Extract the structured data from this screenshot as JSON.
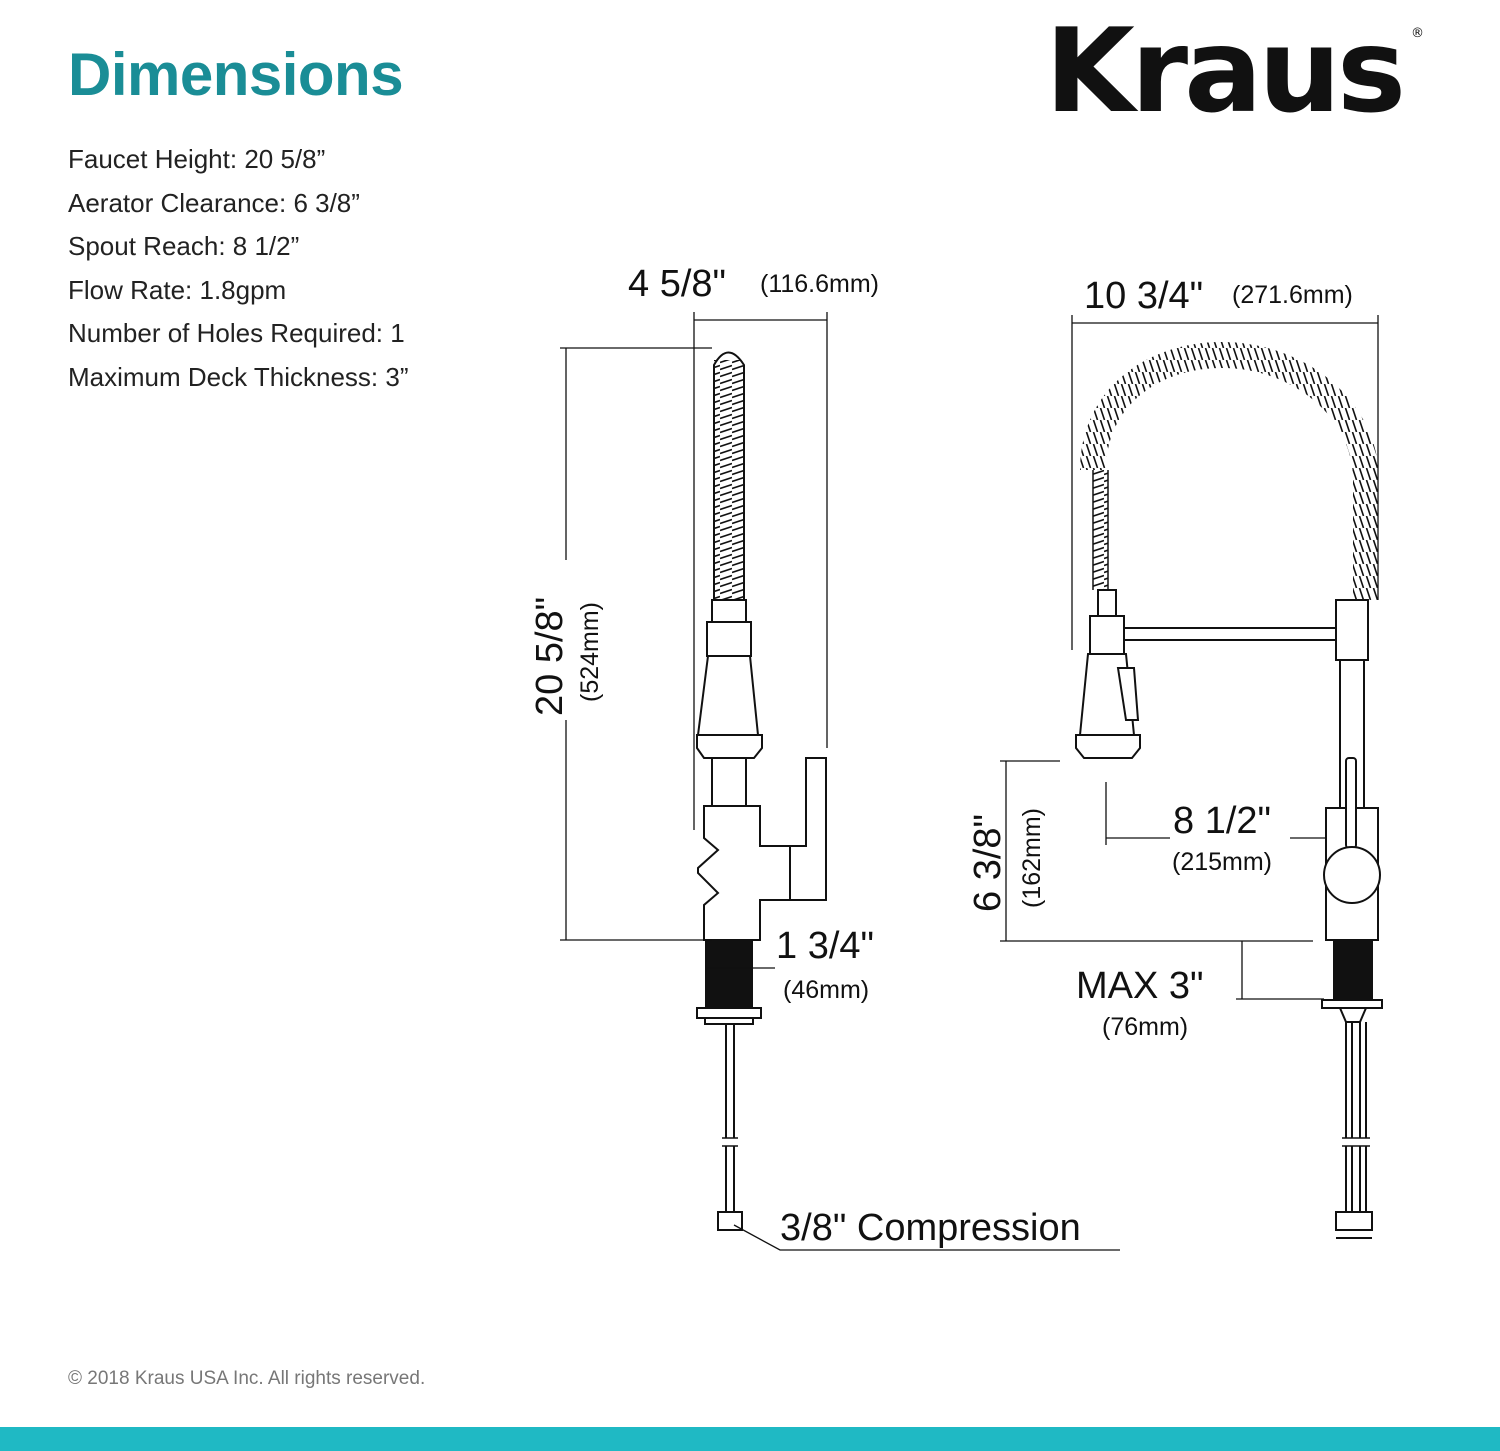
{
  "header": {
    "title": "Dimensions",
    "brand": "Kraus",
    "brand_mark": "®"
  },
  "specs": [
    "Faucet Height: 20 5/8”",
    "Aerator Clearance: 6 3/8”",
    "Spout Reach: 8 1/2”",
    "Flow Rate: 1.8gpm",
    "Number of Holes Required: 1",
    "Maximum Deck Thickness: 3”"
  ],
  "dimensions": {
    "width_side": {
      "value": "4 5/8\"",
      "metric": "(116.6mm)"
    },
    "width_front": {
      "value": "10 3/4\"",
      "metric": "(271.6mm)"
    },
    "height": {
      "value": "20 5/8\"",
      "metric": "(524mm)"
    },
    "clearance": {
      "value": "6 3/8\"",
      "metric": "(162mm)"
    },
    "reach": {
      "value": "8 1/2\"",
      "metric": "(215mm)"
    },
    "base": {
      "value": "1 3/4\"",
      "metric": "(46mm)"
    },
    "deck": {
      "value": "MAX 3\"",
      "metric": "(76mm)"
    },
    "connection": {
      "value": "3/8\" Compression"
    }
  },
  "footer": {
    "copyright": "© 2018 Kraus USA Inc. All rights reserved."
  },
  "colors": {
    "title": "#1a8d96",
    "bottom_bar": "#1fb9c4",
    "line_art": "#111111"
  }
}
